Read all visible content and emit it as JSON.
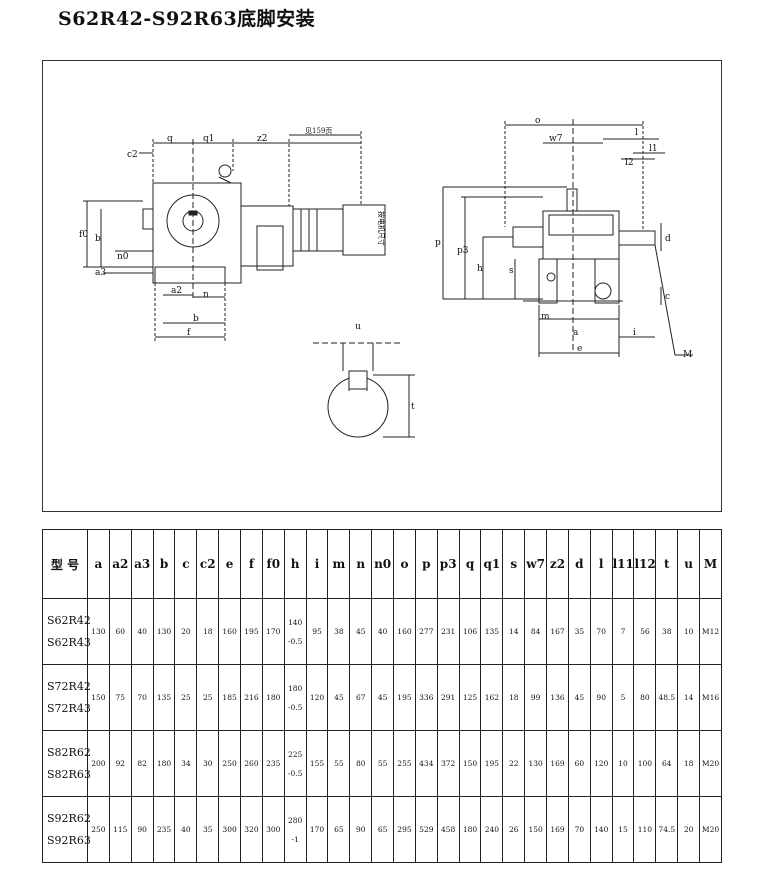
{
  "title": "S62R42-S92R63底脚安装",
  "drawing": {
    "labels": {
      "c2": "c2",
      "q": "q",
      "q1": "q1",
      "z2": "z2",
      "see_page": "见159页",
      "motor_note": "按电机尺寸",
      "f0": "f0",
      "b": "b",
      "n0": "n0",
      "a3": "a3",
      "a2": "a2",
      "n": "n",
      "b2": "b",
      "f": "f",
      "u": "u",
      "t": "t",
      "o": "o",
      "w7": "w7",
      "l": "l",
      "l1": "l1",
      "l2": "l2",
      "p": "p",
      "p3": "p3",
      "h": "h",
      "s": "s",
      "d": "d",
      "c": "c",
      "m": "m",
      "a": "a",
      "i": "i",
      "e": "e",
      "M": "M"
    }
  },
  "table": {
    "header": [
      "型 号",
      "a",
      "a2",
      "a3",
      "b",
      "c",
      "c2",
      "e",
      "f",
      "f0",
      "h",
      "i",
      "m",
      "n",
      "n0",
      "o",
      "p",
      "p3",
      "q",
      "q1",
      "s",
      "w7",
      "z2",
      "d",
      "l",
      "l11",
      "l12",
      "t",
      "u",
      "M"
    ],
    "rows": [
      {
        "models": [
          "S62R42",
          "S62R43"
        ],
        "values": [
          "130",
          "60",
          "40",
          "130",
          "20",
          "18",
          "160",
          "195",
          "170",
          "140",
          "95",
          "38",
          "45",
          "40",
          "160",
          "277",
          "231",
          "106",
          "135",
          "14",
          "84",
          "167",
          "35",
          "70",
          "7",
          "56",
          "38",
          "10",
          "M12"
        ],
        "h_tol": "-0.5"
      },
      {
        "models": [
          "S72R42",
          "S72R43"
        ],
        "values": [
          "150",
          "75",
          "70",
          "135",
          "25",
          "25",
          "185",
          "216",
          "180",
          "180",
          "120",
          "45",
          "67",
          "45",
          "195",
          "336",
          "291",
          "125",
          "162",
          "18",
          "99",
          "136",
          "45",
          "90",
          "5",
          "80",
          "48.5",
          "14",
          "M16"
        ],
        "h_tol": "-0.5"
      },
      {
        "models": [
          "S82R62",
          "S82R63"
        ],
        "values": [
          "200",
          "92",
          "82",
          "180",
          "34",
          "30",
          "250",
          "260",
          "235",
          "225",
          "155",
          "55",
          "80",
          "55",
          "255",
          "434",
          "372",
          "150",
          "195",
          "22",
          "130",
          "169",
          "60",
          "120",
          "10",
          "100",
          "64",
          "18",
          "M20"
        ],
        "h_tol": "-0.5"
      },
      {
        "models": [
          "S92R62",
          "S92R63"
        ],
        "values": [
          "250",
          "115",
          "90",
          "235",
          "40",
          "35",
          "300",
          "320",
          "300",
          "280",
          "170",
          "65",
          "90",
          "65",
          "295",
          "529",
          "458",
          "180",
          "240",
          "26",
          "150",
          "169",
          "70",
          "140",
          "15",
          "110",
          "74.5",
          "20",
          "M20"
        ],
        "h_tol": "-1"
      }
    ]
  }
}
